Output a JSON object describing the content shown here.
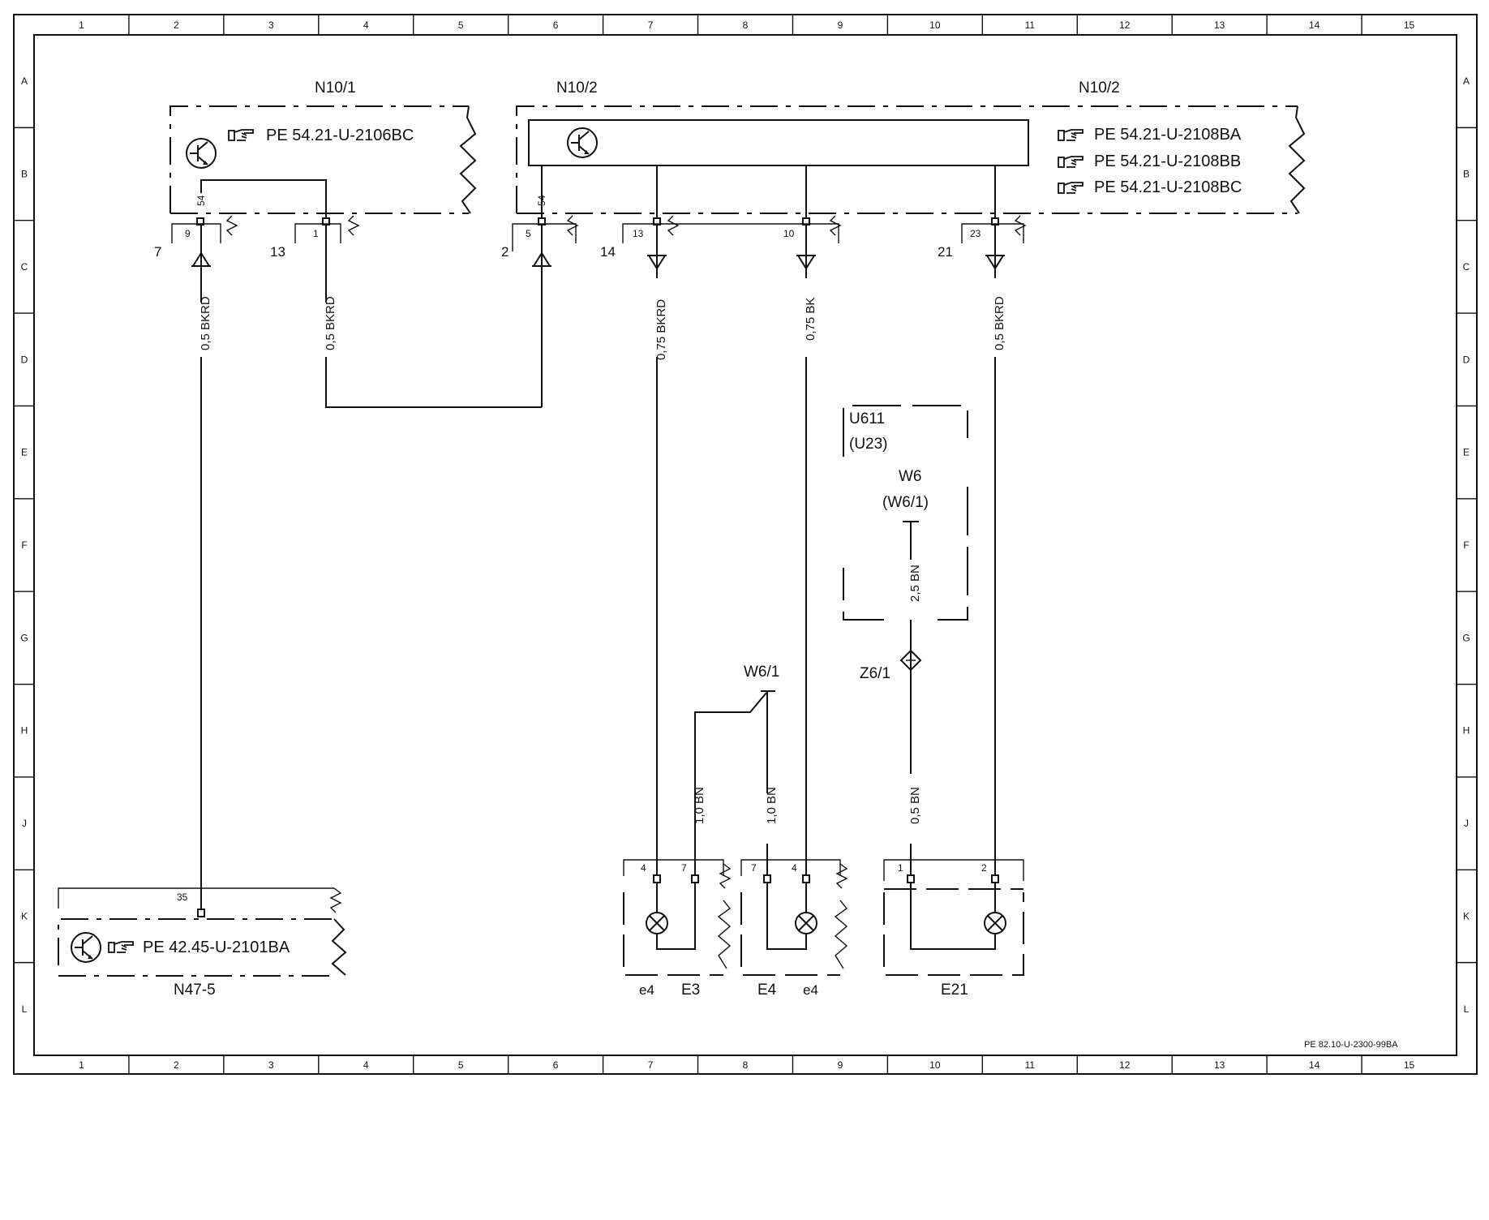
{
  "grid": {
    "columns": [
      "1",
      "2",
      "3",
      "4",
      "5",
      "6",
      "7",
      "8",
      "9",
      "10",
      "11",
      "12",
      "13",
      "14",
      "15"
    ],
    "rows": [
      "A",
      "B",
      "C",
      "D",
      "E",
      "F",
      "G",
      "H",
      "J",
      "K",
      "L"
    ]
  },
  "drawing_code": "PE 82.10-U-2300-99BA",
  "components": {
    "n10_1": "N10/1",
    "n10_2_left": "N10/2",
    "n10_2_right": "N10/2",
    "n47": "N47-5",
    "u611": "U611",
    "u23": "(U23)",
    "w6": "W6",
    "w6_1_paren": "(W6/1)",
    "w6_1": "W6/1",
    "z6_1": "Z6/1",
    "e3": "E3",
    "e3_sub": "e4",
    "e4": "E4",
    "e4_sub": "e4",
    "e21": "E21"
  },
  "references": {
    "n10_1_ref": "PE 54.21-U-2106BC",
    "n10_2_ref_a": "PE 54.21-U-2108BA",
    "n10_2_ref_b": "PE 54.21-U-2108BB",
    "n10_2_ref_c": "PE 54.21-U-2108BC",
    "n47_ref": "PE 42.45-U-2101BA"
  },
  "connectors": {
    "n10_1_c7": "7",
    "n10_1_c13": "13",
    "n10_2_c2": "2",
    "n10_2_c14": "14",
    "n10_2_c21": "21"
  },
  "pins": {
    "p9": "9",
    "p1": "1",
    "p54a": "54",
    "p5": "5",
    "p54b": "54",
    "p13": "13",
    "p10": "10",
    "p23": "23",
    "p35": "35",
    "e3_p4": "4",
    "e3_p7": "7",
    "e4_p7": "7",
    "e4_p4": "4",
    "e21_p1": "1",
    "e21_p2": "2"
  },
  "wires": {
    "w1": "0,5 BKRD",
    "w2": "0,5 BKRD",
    "w3": "0,75 BKRD",
    "w4": "0,75 BK",
    "w5": "0,5 BKRD",
    "w6": "2,5 BN",
    "w7": "1,0 BN",
    "w8": "1,0 BN",
    "w9": "0,5 BN"
  },
  "icons": [
    "transistor-icon",
    "reference-hand-icon",
    "lamp-icon",
    "splice-icon"
  ]
}
